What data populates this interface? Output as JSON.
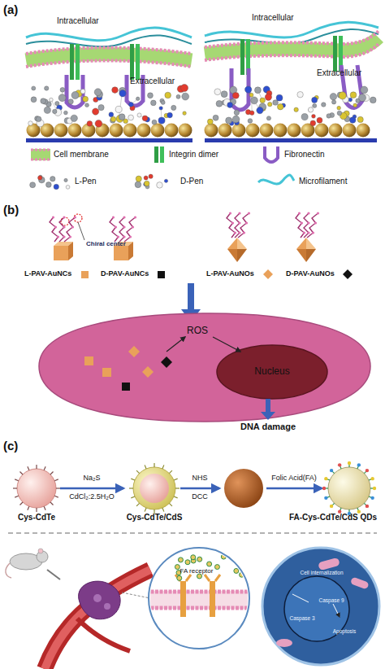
{
  "diagram": {
    "nodes": [
      {
        "text": [
          "ROS"
        ]
      },
      {
        "text": [
          "Nucleus"
        ],
        "in": 0
      }
    ],
    "labels": [
      "(a)",
      "Intracellular",
      "Extracellular",
      "Intracellular",
      "Extracellular",
      "(b)",
      "Chiral center",
      "L-PAV-AuNCs",
      "D-PAV-AuNCs",
      "L-PAV-AuNOs",
      "D-PAV-AuNOs",
      "DNA damage",
      "(c)",
      "Na₂S",
      "CdCl₂:2.5H₂O",
      "NHS",
      "DCC",
      "Folic Acid(FA)",
      "Cys-CdTe",
      "Cys-CdTe/CdS",
      "FA-Cys-CdTe/CdS QDs",
      "FA receptor",
      "Cell internalization",
      "Caspase 3",
      "Caspase 9",
      "Apoptosis"
    ],
    "legend": [
      {
        "text": "Cell membrane"
      },
      {
        "text": "Integrin dimer"
      },
      {
        "text": "Fibronectin"
      },
      {
        "text": "L-Pen"
      },
      {
        "text": "D-Pen"
      },
      {
        "text": "Microfilament"
      }
    ]
  }
}
